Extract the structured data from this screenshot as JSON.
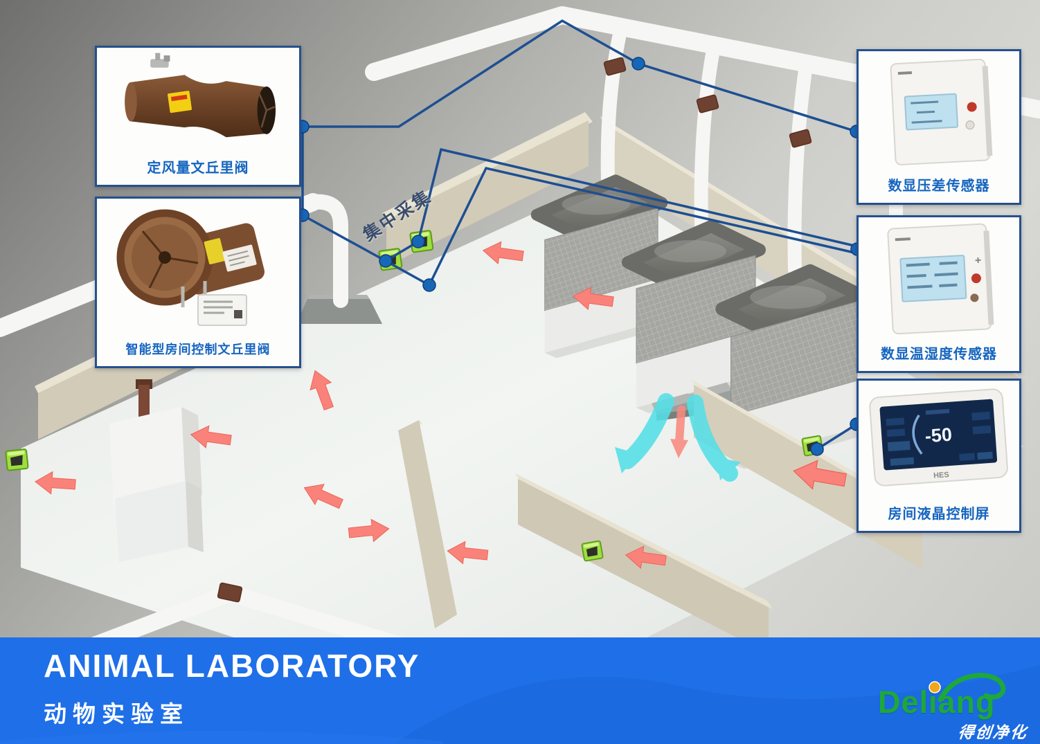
{
  "banner": {
    "title_en": "ANIMAL LABORATORY",
    "title_zh": "动物实验室"
  },
  "logo": {
    "brand": "Deliang",
    "tagline_zh": "得创净化"
  },
  "callouts": [
    {
      "id": "cav-venturi-valve",
      "label": "定风量文丘里阀"
    },
    {
      "id": "smart-room-venturi-valve",
      "label": "智能型房间控制文丘里阀"
    },
    {
      "id": "pressure-sensor",
      "label": "数显压差传感器"
    },
    {
      "id": "temp-humidity-sensor",
      "label": "数显温湿度传感器"
    },
    {
      "id": "room-lcd-panel",
      "label": "房间液晶控制屏"
    }
  ],
  "scene": {
    "collection_label": "集中采集",
    "lcd_reading": "-50",
    "device_brand": "HES"
  },
  "colors": {
    "banner_blue": "#1e6fe8",
    "callout_border": "#24508e",
    "caption_text": "#1565c0",
    "wire_blue": "#1d4f92",
    "arrow_red": "#f9837a",
    "supply_cyan": "#55dfe8",
    "sensor_green": "#9ede3e",
    "valve_brown": "#7a4a2e",
    "logo_green": "#1ea83b",
    "logo_dot_orange": "#f0a818"
  }
}
